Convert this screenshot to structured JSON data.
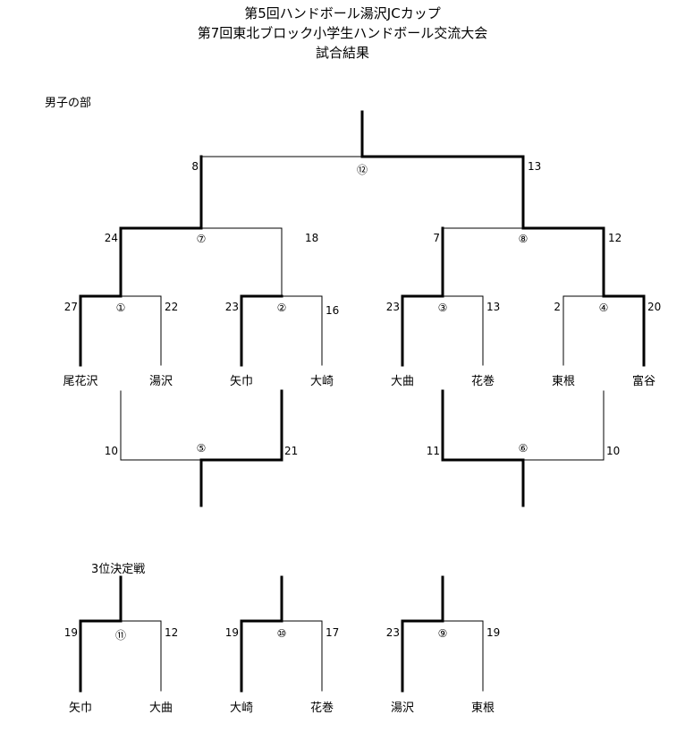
{
  "header": {
    "line1": "第5回ハンドボール湯沢JCカップ",
    "line2": "第7回東北ブロック小学生ハンドボール交流大会",
    "line3": "試合結果"
  },
  "section_boys": "男子の部",
  "section_third": "3位決定戦",
  "teams_top": [
    "尾花沢",
    "湯沢",
    "矢巾",
    "大崎",
    "大曲",
    "花巻",
    "東根",
    "富谷"
  ],
  "teams_bottom": [
    "矢巾",
    "大曲",
    "大崎",
    "花巻",
    "湯沢",
    "東根"
  ],
  "matches": {
    "m1": {
      "no": "①",
      "left": "27",
      "right": "22"
    },
    "m2": {
      "no": "②",
      "left": "23",
      "right": "16"
    },
    "m3": {
      "no": "③",
      "left": "23",
      "right": "13"
    },
    "m4": {
      "no": "④",
      "left": "2",
      "right": "20"
    },
    "m5": {
      "no": "⑤",
      "left": "10",
      "right": "21"
    },
    "m6": {
      "no": "⑥",
      "left": "11",
      "right": "10"
    },
    "m7": {
      "no": "⑦",
      "left": "24",
      "right": "18"
    },
    "m8": {
      "no": "⑧",
      "left": "7",
      "right": "12"
    },
    "m9": {
      "no": "⑨",
      "left": "23",
      "right": "19"
    },
    "m10": {
      "no": "⑩",
      "left": "19",
      "right": "17"
    },
    "m11": {
      "no": "⑪",
      "left": "19",
      "right": "12"
    },
    "m12": {
      "no": "⑫",
      "left": "8",
      "right": "13"
    }
  }
}
